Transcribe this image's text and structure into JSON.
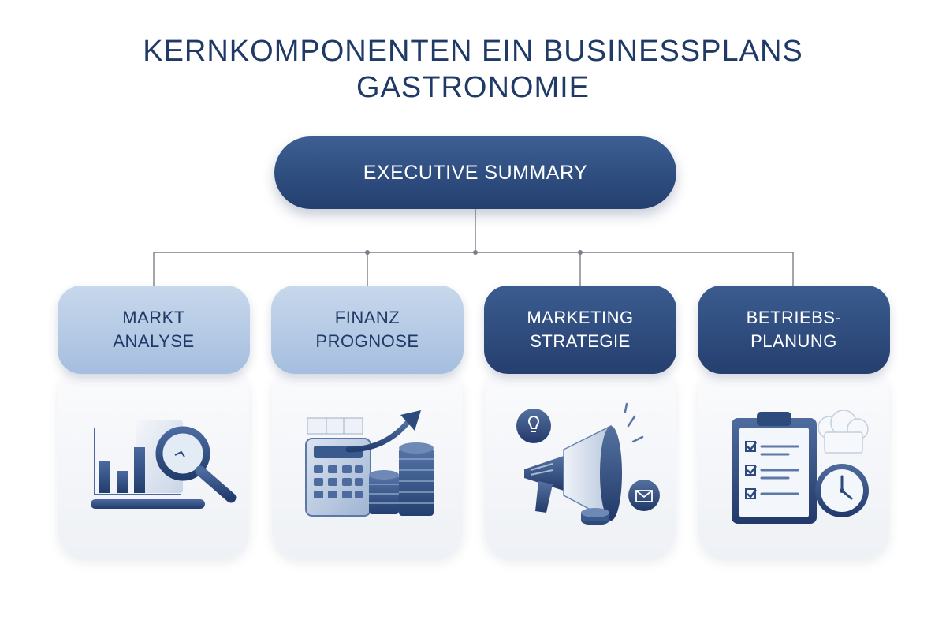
{
  "title": {
    "line1": "KERNKOMPONENTEN EIN BUSINESSPLANS",
    "line2": "GASTRONOMIE"
  },
  "root": {
    "label": "EXECUTIVE SUMMARY"
  },
  "components": [
    {
      "line1": "MARKT",
      "line2": "ANALYSE",
      "style": "light",
      "icon": "market-analysis-icon"
    },
    {
      "line1": "FINANZ",
      "line2": "PROGNOSE",
      "style": "light",
      "icon": "finance-forecast-icon"
    },
    {
      "line1": "MARKETING",
      "line2": "STRATEGIE",
      "style": "dark",
      "icon": "megaphone-icon"
    },
    {
      "line1": "BETRIEBS-",
      "line2": "PLANUNG",
      "style": "dark",
      "icon": "clipboard-clock-icon"
    }
  ],
  "colors": {
    "navy": "#233f6f",
    "navy_light": "#3d5f93",
    "pale_blue": "#b3c8e4",
    "title": "#1f3a66",
    "connector": "#7a7f88"
  }
}
